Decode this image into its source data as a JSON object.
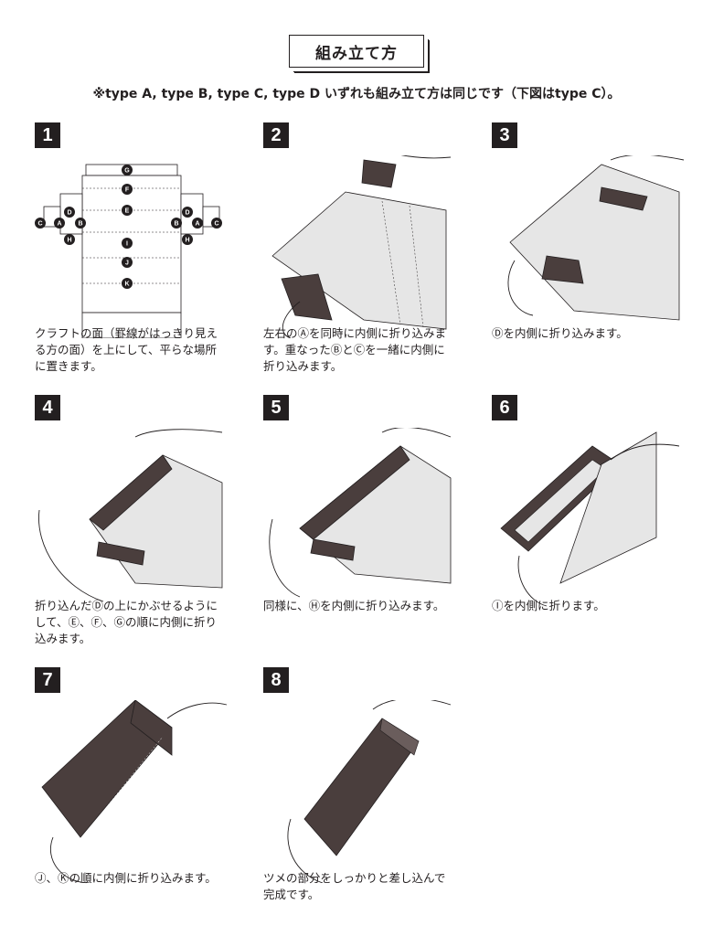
{
  "header": {
    "title": "組み立て方",
    "subtitle": "※type A, type B, type C, type D いずれも組み立て方は同じです（下図はtype C）。"
  },
  "steps": [
    {
      "number": "1",
      "caption": "クラフトの面（罫線がはっきり見える方の面）を上にして、平らな場所に置きます。"
    },
    {
      "number": "2",
      "caption": "左右のⒶを同時に内側に折り込みます。重なったⒷとⒸを一緒に内側に折り込みます。"
    },
    {
      "number": "3",
      "caption": "Ⓓを内側に折り込みます。"
    },
    {
      "number": "4",
      "caption": "折り込んだⒹの上にかぶせるようにして、Ⓔ、Ⓕ、Ⓖの順に内側に折り込みます。"
    },
    {
      "number": "5",
      "caption": "同様に、Ⓗを内側に折り込みます。"
    },
    {
      "number": "6",
      "caption": "Ⓘを内側に折ります。"
    },
    {
      "number": "7",
      "caption": "Ⓙ、Ⓚの順に内側に折り込みます。"
    },
    {
      "number": "8",
      "caption": "ツメの部分をしっかりと差し込んで完成です。"
    }
  ],
  "diagram_labels": {
    "G": "G",
    "F": "F",
    "E": "E",
    "D": "D",
    "A": "A",
    "B": "B",
    "C": "C",
    "H": "H",
    "I": "I",
    "J": "J",
    "K": "K"
  },
  "colors": {
    "ink": "#231f20",
    "board": "#e6e6e6",
    "brown": "#4a3e3d"
  }
}
